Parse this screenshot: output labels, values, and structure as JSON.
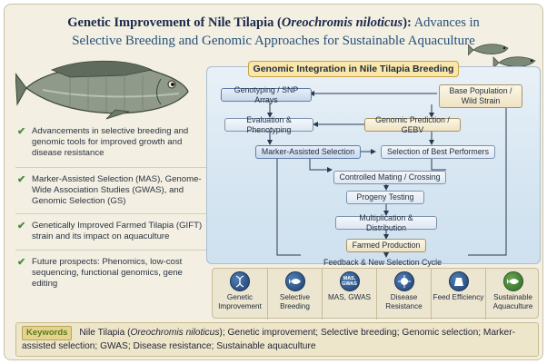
{
  "title": {
    "main": "Genetic Improvement of Nile Tilapia (",
    "species": "Oreochromis niloticus",
    "close": "):",
    "sub_tail": "Advances in",
    "line2": "Selective Breeding and Genomic Approaches for Sustainable Aquaculture"
  },
  "left_points": [
    "Advancements in selective breeding and genomic tools for improved growth and disease resistance",
    "Marker-Assisted Selection (MAS), Genome-Wide Association Studies (GWAS), and Genomic Selection (GS)",
    "Genetically Improved Farmed Tilapia (GIFT) strain and its impact on aquaculture",
    "Future prospects: Phenomics, low-cost sequencing, functional genomics, gene editing"
  ],
  "diagram": {
    "title": "Genomic Integration in Nile Tilapia Breeding",
    "nodes": {
      "genotyping": "Genotyping / SNP Arrays",
      "base_population": "Base Population / Wild Strain",
      "evaluation": "Evaluation & Phenotyping",
      "genomic_prediction": "Genomic Prediction / GEBV",
      "mas": "Marker-Assisted Selection",
      "best_performers": "Selection of Best Performers",
      "mating": "Controlled Mating / Crossing",
      "progeny": "Progeny Testing",
      "multiplication": "Multiplication & Distribution",
      "farmed": "Farmed Production"
    },
    "feedback": "Feedback & New Selection Cycle"
  },
  "icons": [
    {
      "icon": "dna-icon",
      "label": "Genetic Improvement"
    },
    {
      "icon": "fish-icon",
      "label": "Selective Breeding"
    },
    {
      "icon": "mas-gwas-icon",
      "badge": "MAS, GWAS",
      "label": "MAS, GWAS"
    },
    {
      "icon": "disease-icon",
      "label": "Disease Resistance"
    },
    {
      "icon": "feed-icon",
      "label": "Feed Efficiency"
    },
    {
      "icon": "sustainable-icon",
      "label": "Sustainable Aquaculture"
    }
  ],
  "keywords": {
    "tag": "Keywords",
    "lead": "Nile Tilapia (",
    "species": "Oreochromis niloticus",
    "rest": "); Genetic improvement; Selective breeding; Genomic selection; Marker-assisted selection; GWAS; Disease resistance; Sustainable aquaculture"
  },
  "colors": {
    "accent": "#24507a",
    "check": "#4a8c3a",
    "node_border": "#7c93ad",
    "title_box": "#fbe7a8"
  }
}
